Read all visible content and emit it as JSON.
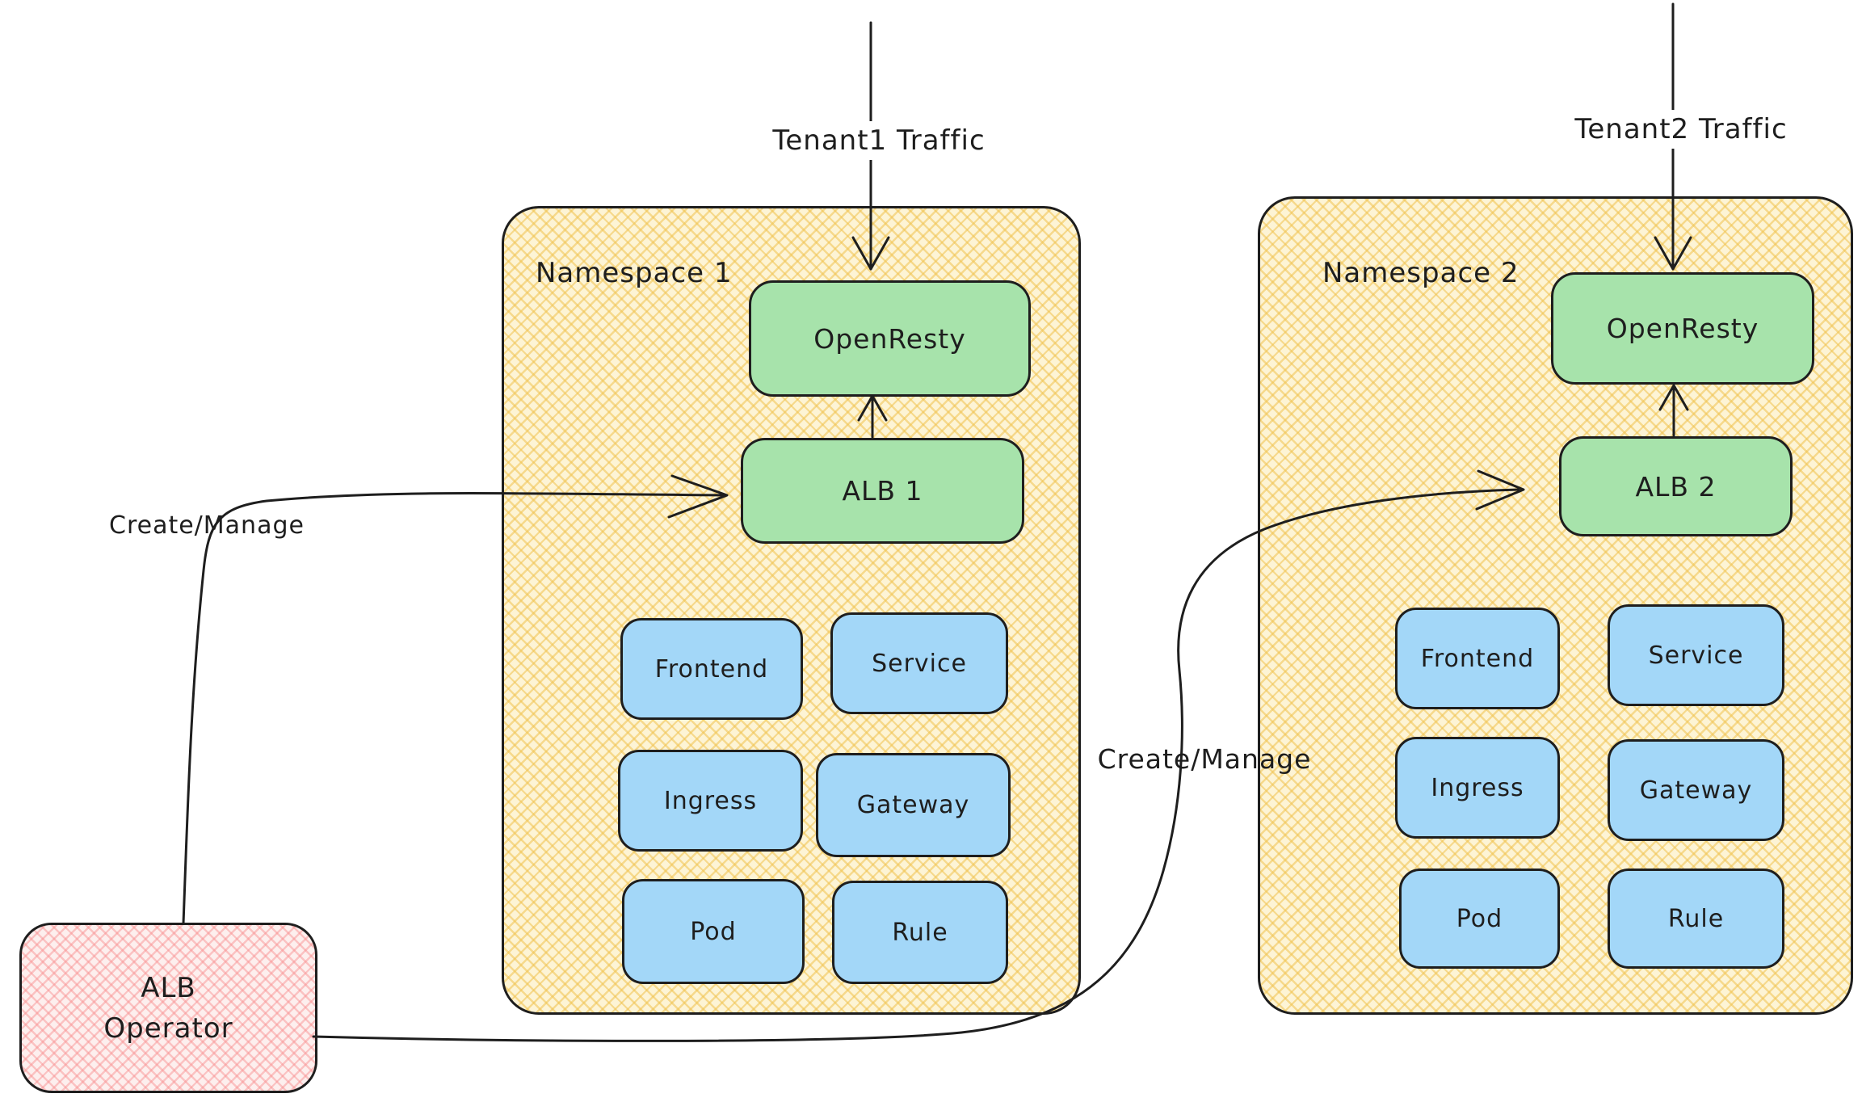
{
  "diagram": {
    "title_implicit": "Multi-tenant ALB per-namespace architecture",
    "colors": {
      "stroke": "#1e1e1e",
      "namespace_fill": "#fdf4d5",
      "namespace_hatch": "#f0c350",
      "green_box_fill": "#a7e3ab",
      "blue_box_fill": "#a3d7f8",
      "operator_fill": "#fdefee",
      "operator_hatch": "#f88c8c"
    }
  },
  "labels": {
    "tenant1_traffic": "Tenant1 Traffic",
    "tenant2_traffic": "Tenant2 Traffic",
    "create_manage_left": "Create/Manage",
    "create_manage_right": "Create/Manage"
  },
  "namespace1": {
    "title": "Namespace 1",
    "openresty": "OpenResty",
    "alb": "ALB 1",
    "resources": [
      "Frontend",
      "Service",
      "Ingress",
      "Gateway",
      "Pod",
      "Rule"
    ]
  },
  "namespace2": {
    "title": "Namespace 2",
    "openresty": "OpenResty",
    "alb": "ALB 2",
    "resources": [
      "Frontend",
      "Service",
      "Ingress",
      "Gateway",
      "Pod",
      "Rule"
    ]
  },
  "operator": {
    "line1": "ALB",
    "line2": "Operator"
  }
}
